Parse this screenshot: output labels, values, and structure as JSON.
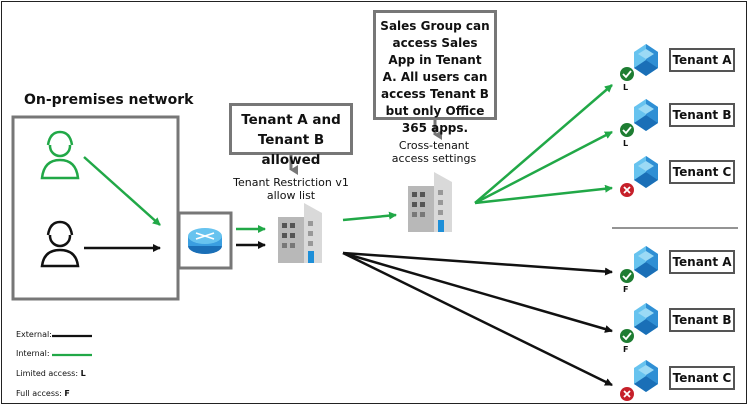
{
  "onprem_label": "On-premises network",
  "callout_tenant_allowed": "Tenant A and Tenant B allowed",
  "callout_sales": "Sales Group can access Sales App in Tenant A. All users can access Tenant B but only Office 365 apps.",
  "label_tr_v1": "Tenant Restriction v1 allow list",
  "label_cross_tenant": "Cross-tenant access settings",
  "tenants_top": [
    {
      "name": "Tenant A",
      "badge": "L",
      "status": "allowed"
    },
    {
      "name": "Tenant B",
      "badge": "L",
      "status": "allowed"
    },
    {
      "name": "Tenant C",
      "badge": "",
      "status": "blocked"
    }
  ],
  "tenants_bottom": [
    {
      "name": "Tenant A",
      "badge": "F",
      "status": "allowed"
    },
    {
      "name": "Tenant B",
      "badge": "F",
      "status": "allowed"
    },
    {
      "name": "Tenant C",
      "badge": "",
      "status": "blocked"
    }
  ],
  "legend": {
    "external": "External:",
    "internal": "Internal:",
    "limited_prefix": "Limited access: ",
    "limited_code": "L",
    "full_prefix": "Full access: ",
    "full_code": "F"
  },
  "colors": {
    "internal": "#21a847",
    "external": "#111111",
    "allowed": "#1e7d32",
    "blocked": "#c6202a",
    "azure_light": "#67c3ef",
    "azure_dark": "#1a6fb7"
  }
}
